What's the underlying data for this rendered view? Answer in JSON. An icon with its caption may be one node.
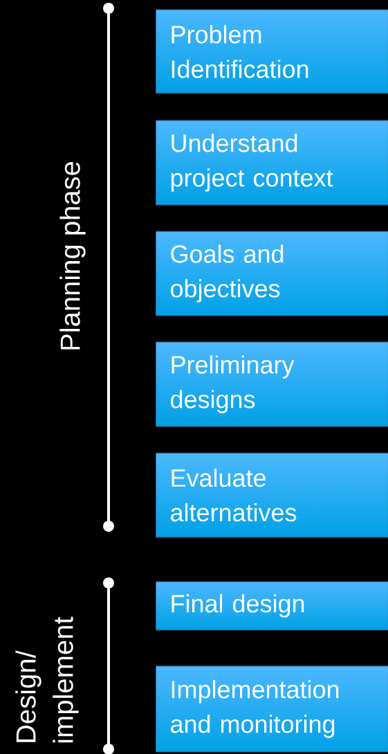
{
  "diagram": {
    "nodes": [
      {
        "text": [
          "Problem Identification"
        ]
      },
      {
        "text": [
          "Understand project context"
        ]
      },
      {
        "text": [
          "Goals and objectives"
        ]
      },
      {
        "text": [
          "Preliminary designs"
        ]
      },
      {
        "text": [
          "Evaluate alternatives"
        ]
      },
      {
        "text": [
          "Final design"
        ]
      },
      {
        "text": [
          "Implementation and monitoring"
        ]
      }
    ],
    "labels": [
      "Planning phase",
      "Design/ implement"
    ]
  }
}
